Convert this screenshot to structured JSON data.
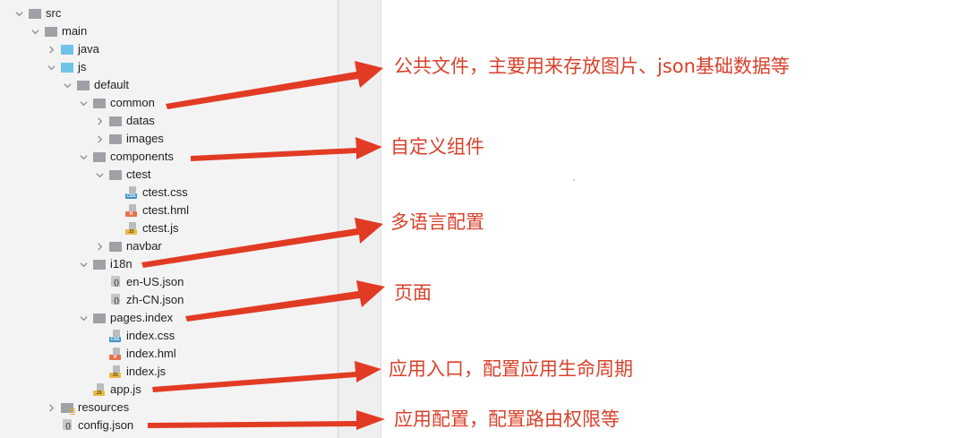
{
  "tree": {
    "items": [
      {
        "label": "src",
        "depth": 0,
        "type": "folder",
        "expanded": true
      },
      {
        "label": "main",
        "depth": 1,
        "type": "folder",
        "expanded": true
      },
      {
        "label": "java",
        "depth": 2,
        "type": "folder-blue",
        "expanded": false
      },
      {
        "label": "js",
        "depth": 2,
        "type": "folder-blue",
        "expanded": true
      },
      {
        "label": "default",
        "depth": 3,
        "type": "folder",
        "expanded": true
      },
      {
        "label": "common",
        "depth": 4,
        "type": "folder",
        "expanded": true
      },
      {
        "label": "datas",
        "depth": 5,
        "type": "folder",
        "expanded": false
      },
      {
        "label": "images",
        "depth": 5,
        "type": "folder",
        "expanded": false
      },
      {
        "label": "components",
        "depth": 4,
        "type": "folder",
        "expanded": true
      },
      {
        "label": "ctest",
        "depth": 5,
        "type": "folder",
        "expanded": true
      },
      {
        "label": "ctest.css",
        "depth": 6,
        "type": "css"
      },
      {
        "label": "ctest.hml",
        "depth": 6,
        "type": "html"
      },
      {
        "label": "ctest.js",
        "depth": 6,
        "type": "js"
      },
      {
        "label": "navbar",
        "depth": 5,
        "type": "folder",
        "expanded": false
      },
      {
        "label": "i18n",
        "depth": 4,
        "type": "folder",
        "expanded": true
      },
      {
        "label": "en-US.json",
        "depth": 5,
        "type": "json"
      },
      {
        "label": "zh-CN.json",
        "depth": 5,
        "type": "json"
      },
      {
        "label": "pages.index",
        "depth": 4,
        "type": "folder",
        "expanded": true
      },
      {
        "label": "index.css",
        "depth": 5,
        "type": "css"
      },
      {
        "label": "index.hml",
        "depth": 5,
        "type": "html"
      },
      {
        "label": "index.js",
        "depth": 5,
        "type": "js"
      },
      {
        "label": "app.js",
        "depth": 4,
        "type": "js"
      },
      {
        "label": "resources",
        "depth": 2,
        "type": "resources",
        "expanded": false
      },
      {
        "label": "config.json",
        "depth": 2,
        "type": "json"
      }
    ]
  },
  "file_tags": {
    "css": "CSS",
    "html": "H",
    "js": "JS",
    "json": "{}"
  },
  "annotations": [
    {
      "text": "公共文件，主要用来存放图片、json基础数据等",
      "target": "common"
    },
    {
      "text": "自定义组件",
      "target": "components"
    },
    {
      "text": "多语言配置",
      "target": "i18n"
    },
    {
      "text": "页面",
      "target": "pages.index"
    },
    {
      "text": "应用入口，配置应用生命周期",
      "target": "app.js"
    },
    {
      "text": "应用配置，配置路由权限等",
      "target": "config.json"
    }
  ],
  "colors": {
    "annotation": "#d9412b",
    "arrow": "#e23b24",
    "panel_bg": "#f3f3f4"
  }
}
